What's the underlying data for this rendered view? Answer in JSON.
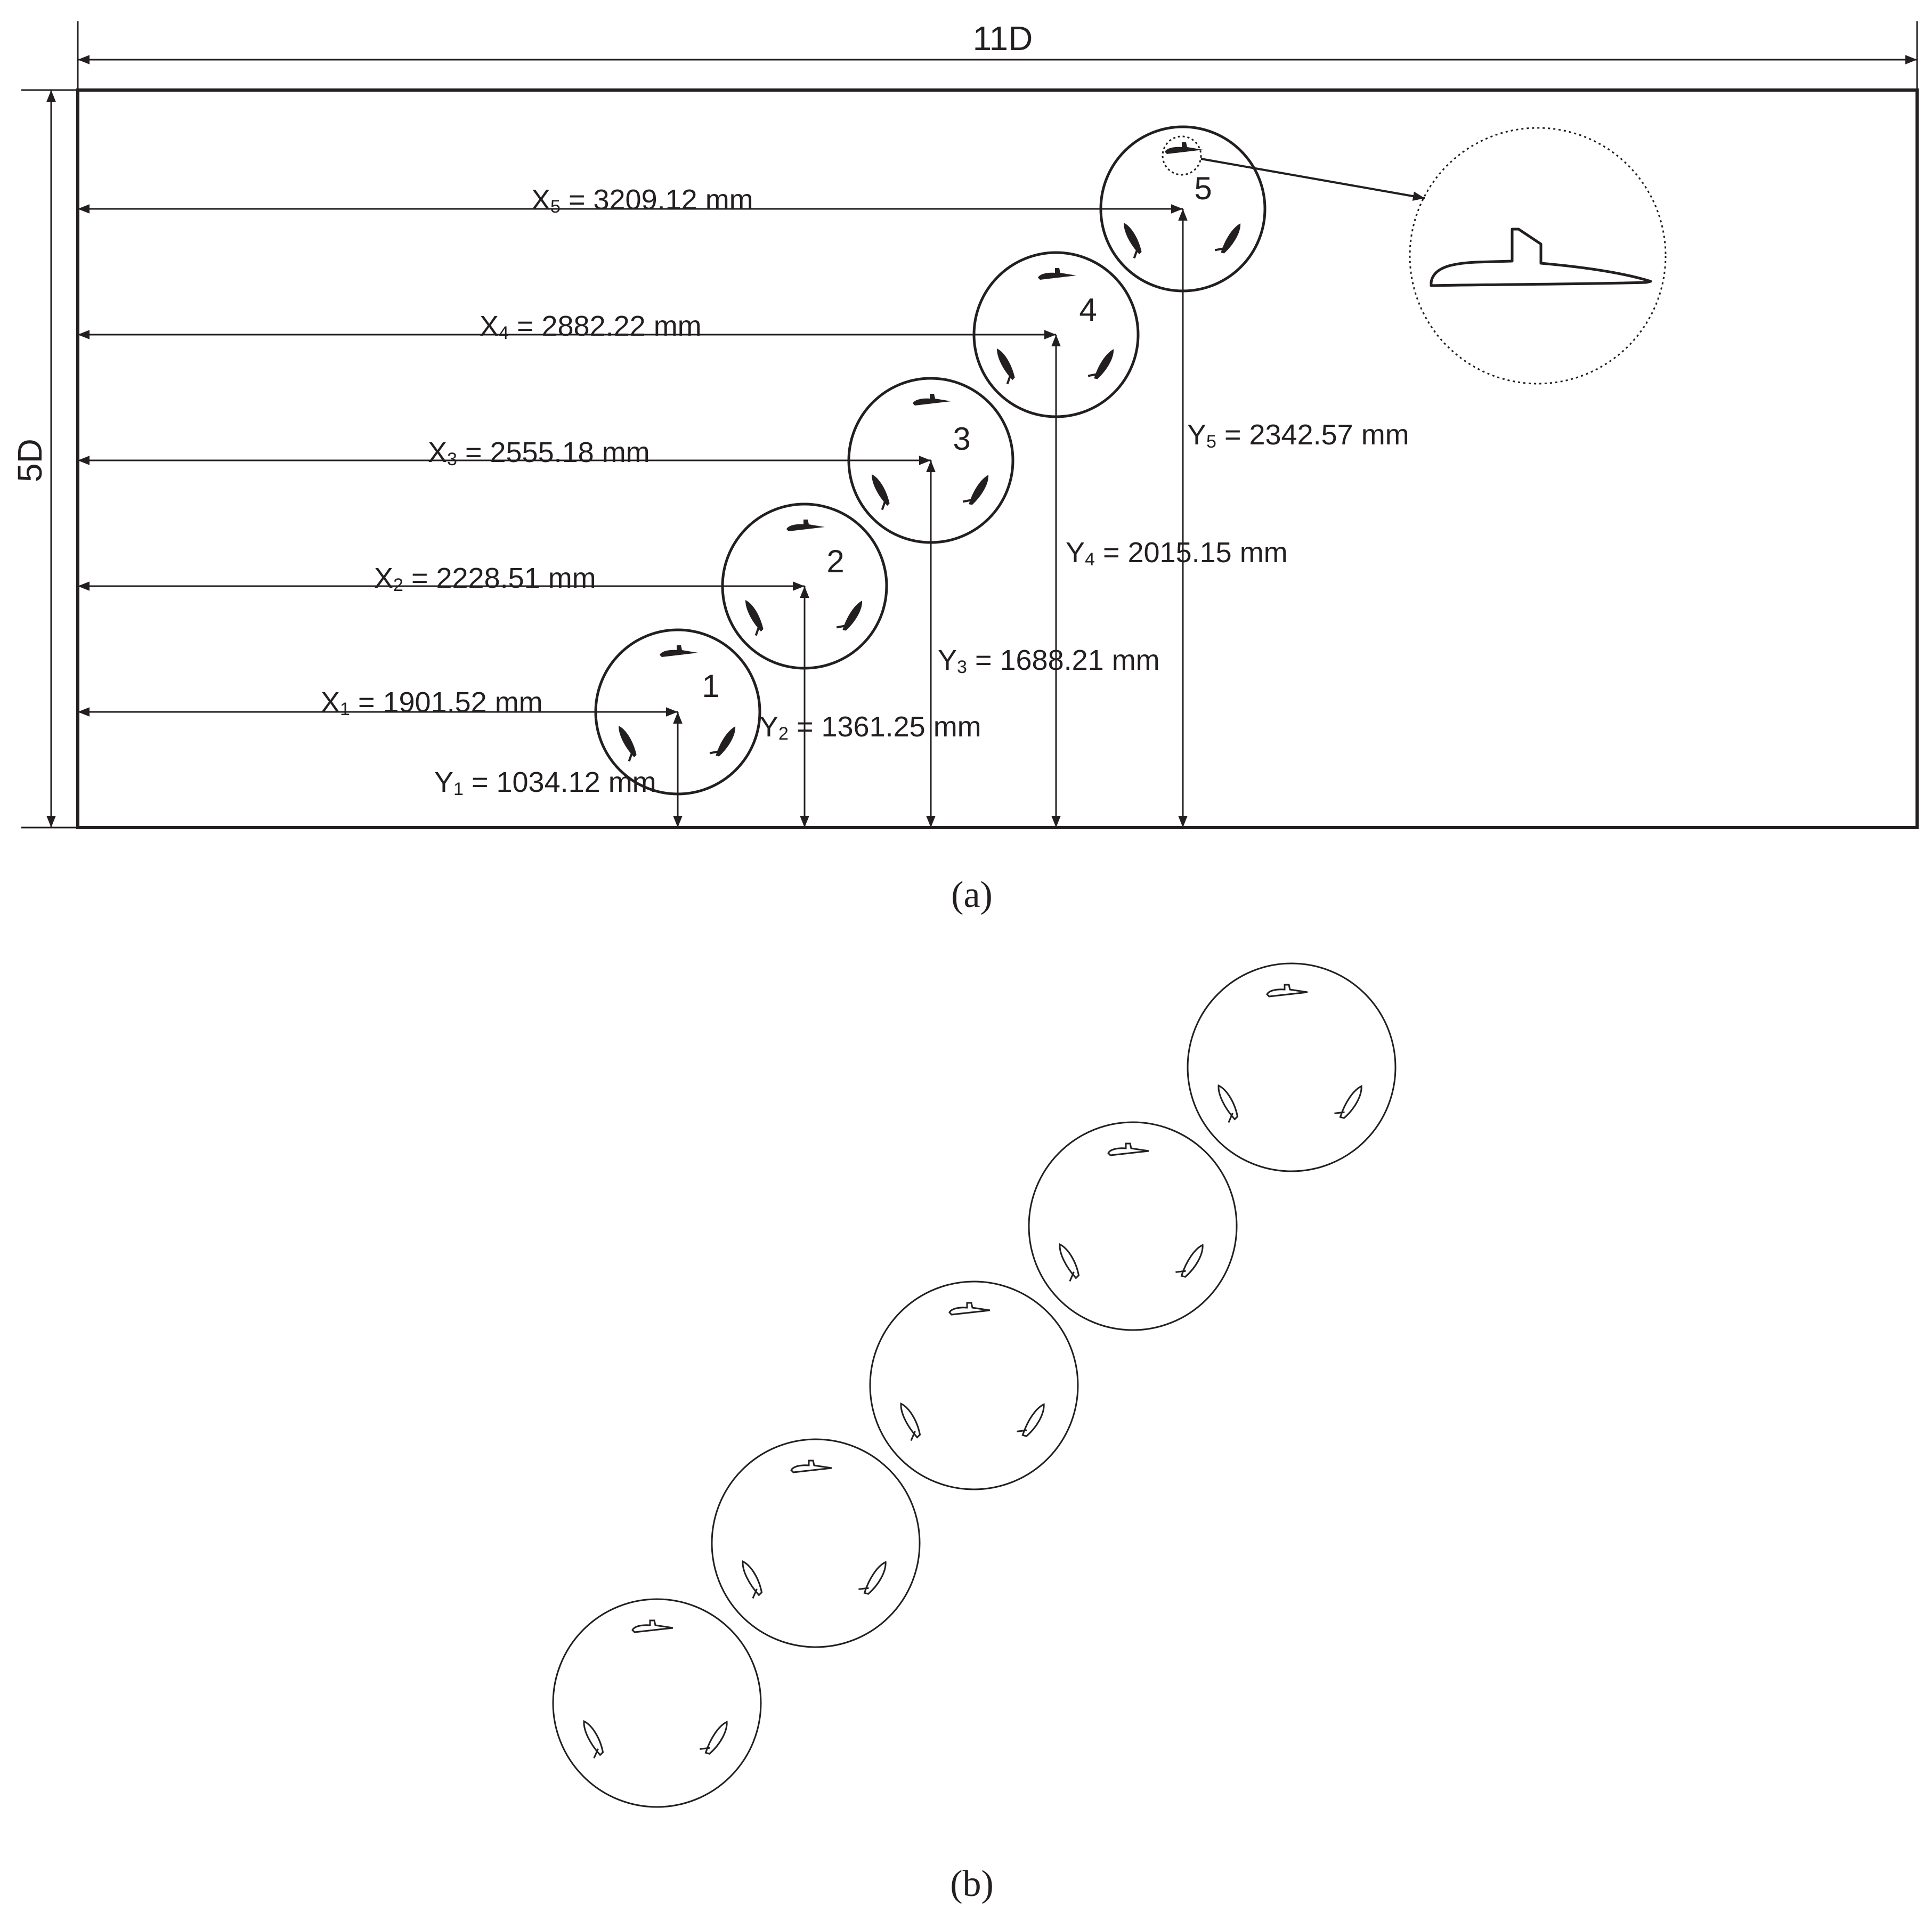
{
  "panel_a": {
    "caption": "(a)",
    "width_label": "11D",
    "height_label": "5D",
    "stations": [
      {
        "number": "1",
        "x_sub": "1",
        "x_value": "= 1901.52 mm",
        "y_sub": "1",
        "y_value": "= 1034.12 mm"
      },
      {
        "number": "2",
        "x_sub": "2",
        "x_value": "= 2228.51 mm",
        "y_sub": "2",
        "y_value": "= 1361.25 mm"
      },
      {
        "number": "3",
        "x_sub": "3",
        "x_value": "= 2555.18 mm",
        "y_sub": "3",
        "y_value": "= 1688.21 mm"
      },
      {
        "number": "4",
        "x_sub": "4",
        "x_value": "= 2882.22 mm",
        "y_sub": "4",
        "y_value": "= 2015.15 mm"
      },
      {
        "number": "5",
        "x_sub": "5",
        "x_value": "= 3209.12 mm",
        "y_sub": "5",
        "y_value": "= 2342.57 mm"
      }
    ]
  },
  "panel_b": {
    "caption": "(b)"
  }
}
